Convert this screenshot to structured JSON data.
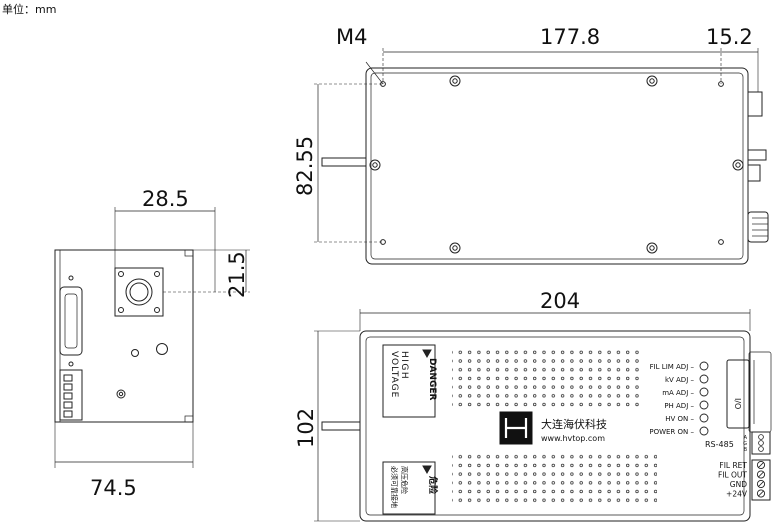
{
  "unit_label": "单位：mm",
  "dimensions": {
    "m4": "M4",
    "top_length": "177.8",
    "top_offset": "15.2",
    "top_height": "82.55",
    "side_connector_width": "28.5",
    "side_connector_height": "21.5",
    "side_width": "74.5",
    "front_length": "204",
    "front_height": "102"
  },
  "warning_labels": {
    "danger": "DANGER",
    "high_voltage_line1": "HIGH",
    "high_voltage_line2": "VOLTAGE",
    "cn_danger": "危险",
    "cn_warning_line1": "高压危险",
    "cn_warning_line2": "必须可靠接地"
  },
  "logo": {
    "company": "大连海伏科技",
    "url": "www.hvtop.com"
  },
  "indicators": [
    "FIL LIM ADJ",
    "kV ADJ",
    "mA ADJ",
    "PH ADJ",
    "HV ON",
    "POWER ON"
  ],
  "connectors": {
    "io": "I/O",
    "rs485": "RS-485",
    "rs485_pins": [
      "A",
      "G",
      "B"
    ],
    "power_terminals": [
      "FIL RET",
      "FIL OUT",
      "GND",
      "+24V"
    ]
  }
}
